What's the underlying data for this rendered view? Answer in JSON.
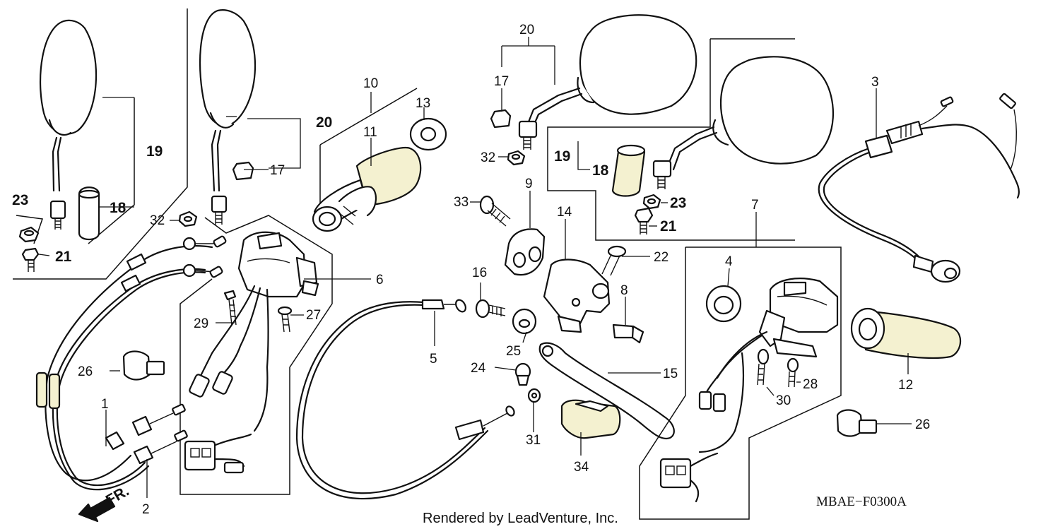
{
  "diagram": {
    "callouts": {
      "c1": "1",
      "c2": "2",
      "c3": "3",
      "c4": "4",
      "c5": "5",
      "c6": "6",
      "c7": "7",
      "c8": "8",
      "c9": "9",
      "c10": "10",
      "c11": "11",
      "c12": "12",
      "c13": "13",
      "c14": "14",
      "c15": "15",
      "c16": "16",
      "c17a": "17",
      "c17b": "17",
      "c18a": "18",
      "c18b": "18",
      "c19a": "19",
      "c19b": "19",
      "c20a": "20",
      "c20b": "20",
      "c21a": "21",
      "c21b": "21",
      "c22": "22",
      "c23a": "23",
      "c23b": "23",
      "c24": "24",
      "c25": "25",
      "c26a": "26",
      "c26b": "26",
      "c27": "27",
      "c28": "28",
      "c29": "29",
      "c30": "30",
      "c31": "31",
      "c32a": "32",
      "c32b": "32",
      "c33": "33",
      "c34": "34"
    },
    "direction_marker": "FR.",
    "diagram_code": "MBAE−F0300A",
    "credit": "Rendered by LeadVenture, Inc."
  }
}
